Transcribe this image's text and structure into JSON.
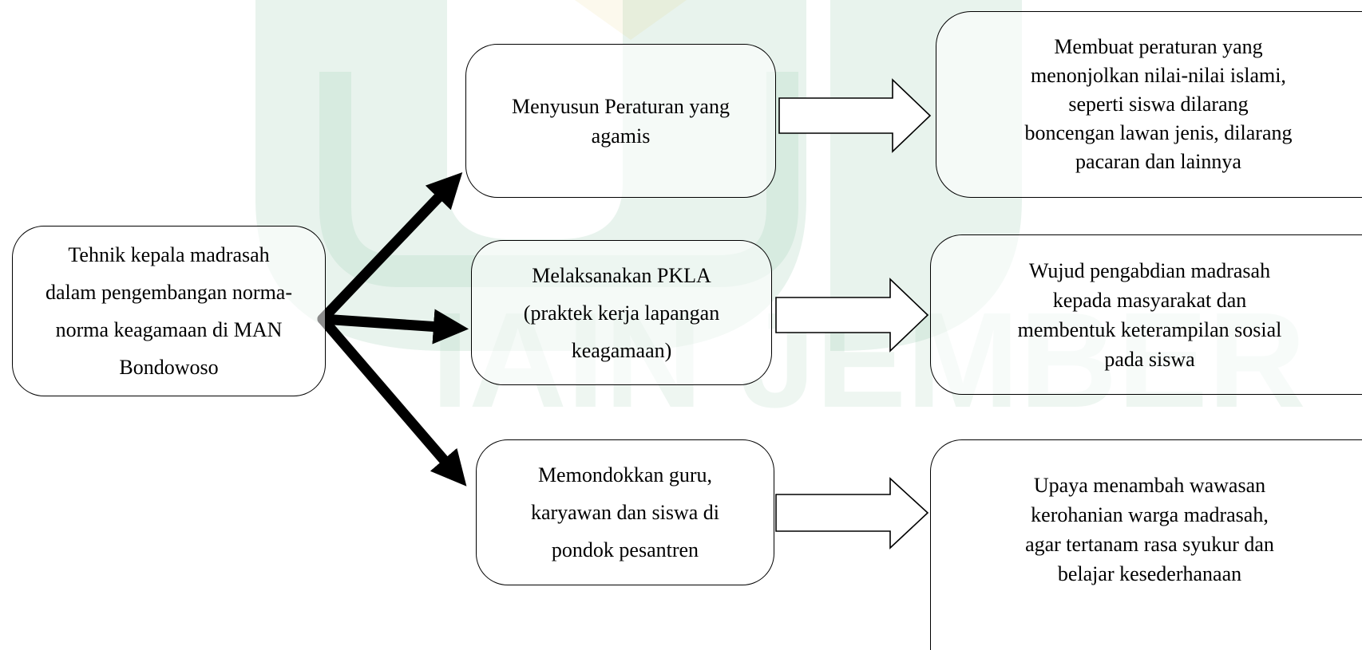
{
  "root": {
    "lines": [
      "Tehnik kepala madrasah",
      "dalam pengembangan norma-",
      "norma keagamaan di MAN",
      "Bondowoso"
    ]
  },
  "strategies": [
    {
      "lines": [
        "Menyusun Peraturan yang",
        "agamis"
      ]
    },
    {
      "lines": [
        "Melaksanakan PKLA",
        "(praktek kerja lapangan",
        "keagamaan)"
      ]
    },
    {
      "lines": [
        "Memondokkan guru,",
        "karyawan dan siswa di",
        "pondok pesantren"
      ]
    }
  ],
  "results": [
    {
      "lines": [
        "Membuat peraturan yang",
        "menonjolkan nilai-nilai islami,",
        "seperti siswa dilarang",
        "boncengan lawan jenis, dilarang",
        "pacaran dan lainnya"
      ]
    },
    {
      "lines": [
        "Wujud pengabdian madrasah",
        "kepada masyarakat dan",
        "membentuk keterampilan sosial",
        "pada siswa"
      ]
    },
    {
      "lines": [
        "Upaya menambah wawasan",
        "kerohanian warga madrasah,",
        "agar tertanam rasa syukur dan",
        "belajar kesederhanaan"
      ]
    }
  ],
  "watermark": {
    "text": "IAIN JEMBER",
    "color_green": "#1f8a4c",
    "color_gold": "#e3c14a"
  }
}
